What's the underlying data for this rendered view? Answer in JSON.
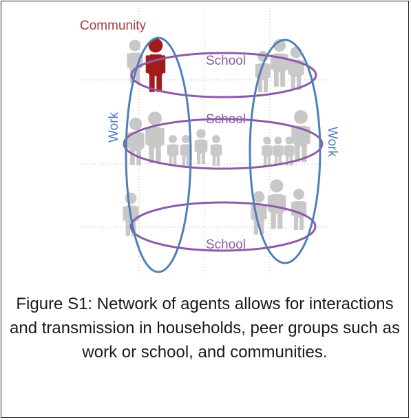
{
  "diagram": {
    "community_label": "Community",
    "school_labels": [
      "School",
      "School",
      "School"
    ],
    "work_labels": [
      "Work",
      "Work"
    ]
  },
  "caption": "Figure S1: Network of agents allows for interactions and transmission in households, peer groups such as work or school, and communities.",
  "colors": {
    "community": "#a63a3a",
    "school": "#8e5ba6",
    "work": "#4f7fb8",
    "person": "#c8c8c8",
    "highlight_person": "#a31c1c",
    "grid": "#b0b0b0"
  }
}
